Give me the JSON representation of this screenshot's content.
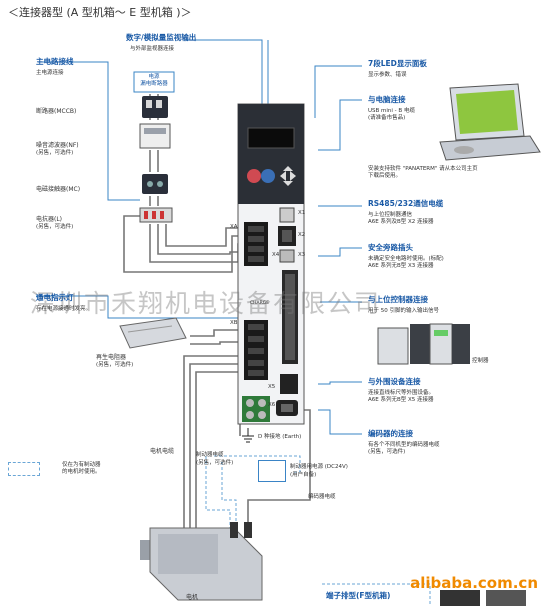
{
  "title": "＜连接器型 (A 型机箱～ E 型机箱 )＞",
  "watermark": "深圳市禾翔机电设备有限公司",
  "brand": "alibaba.com.cn",
  "top_center": {
    "title": "数字/模拟量监视输出",
    "sub": "与外部监视器连接"
  },
  "left": {
    "main_power": {
      "title": "主电路接线",
      "sub": "主电源连接"
    },
    "breaker_box_label": "电源\n漏电断路器",
    "breaker": "断路器(MCCB)",
    "noise_filter": {
      "label": "噪音滤波器(NF)",
      "sub": "(另售，可选件)"
    },
    "contactor": "电磁接触器(MC)",
    "reactor": {
      "label": "电抗器(L)",
      "sub": "(另售，可选件)"
    },
    "lamp": {
      "title": "通电指示灯",
      "sub": "存在电源接通时发亮。"
    },
    "regen": {
      "label": "再生电阻器",
      "sub": "(另售，可选件)"
    },
    "dash_legend": "仅在为有制动器\n的电机时使用。"
  },
  "right": {
    "led_panel": {
      "title": "7段LED显示面板",
      "sub": "显示参数、错误"
    },
    "pc": {
      "title": "与电脑连接",
      "sub": "USB mini - B 电缆\n(请准备市售品)",
      "software": "安装支持软件 \"PANATERM\" 请从本公司主页\n下载后使用。"
    },
    "rs485": {
      "title": "RS485/232通信电缆",
      "sub": "与上位控制器通信\nA6E 系列及B型 X2 连接器"
    },
    "safety": {
      "title": "安全旁路插头",
      "sub": "未确定安全电路时使用。(标配)\nA6E 系列无B型 X3 连接器"
    },
    "host": {
      "title": "与上位控制器连接",
      "sub": "用于 50 引脚的输入输出信号"
    },
    "controller": "控制器",
    "external": {
      "title": "与外围设备连接",
      "sub": "连接直线标尺等外围设备。\nA6E 系列无B型 X5 连接器"
    },
    "encoder": {
      "title": "编码器的连接",
      "sub": "有各个不同机型的编码器电缆\n(另售，可选件)"
    }
  },
  "driver": {
    "ports": [
      "XA",
      "X1",
      "X2",
      "X3",
      "X4",
      "X5",
      "X6",
      "XB"
    ],
    "charge": "CHARGE",
    "ground": "D 种接地 (Earth)"
  },
  "bottom": {
    "motor_cable": "电机电缆",
    "brake_cable": {
      "label": "制动器电缆",
      "sub": "(另售，可选件)"
    },
    "brake_power": {
      "label": "制动器用电源 (DC24V)",
      "sub": "(用户自备)"
    },
    "encoder_cable": "编码器电缆",
    "motor": "电机",
    "terminal_block": "端子排型(F型机箱)"
  }
}
